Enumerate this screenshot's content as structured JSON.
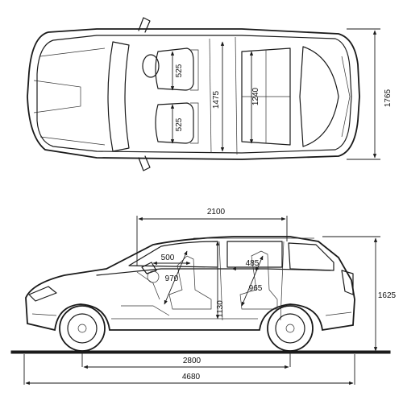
{
  "top_view": {
    "dimensions": {
      "front_seat_width_upper": "525",
      "front_seat_width_lower": "525",
      "cabin_width_front": "1475",
      "cabin_width_rear": "1240",
      "overall_width": "1765"
    }
  },
  "side_view": {
    "dimensions": {
      "cabin_length": "2100",
      "front_headroom": "500",
      "front_legroom": "970",
      "rear_headroom": "485",
      "rear_legroom": "965",
      "interior_height": "1130",
      "overall_height": "1625",
      "wheelbase": "2800",
      "overall_length": "4680"
    }
  }
}
